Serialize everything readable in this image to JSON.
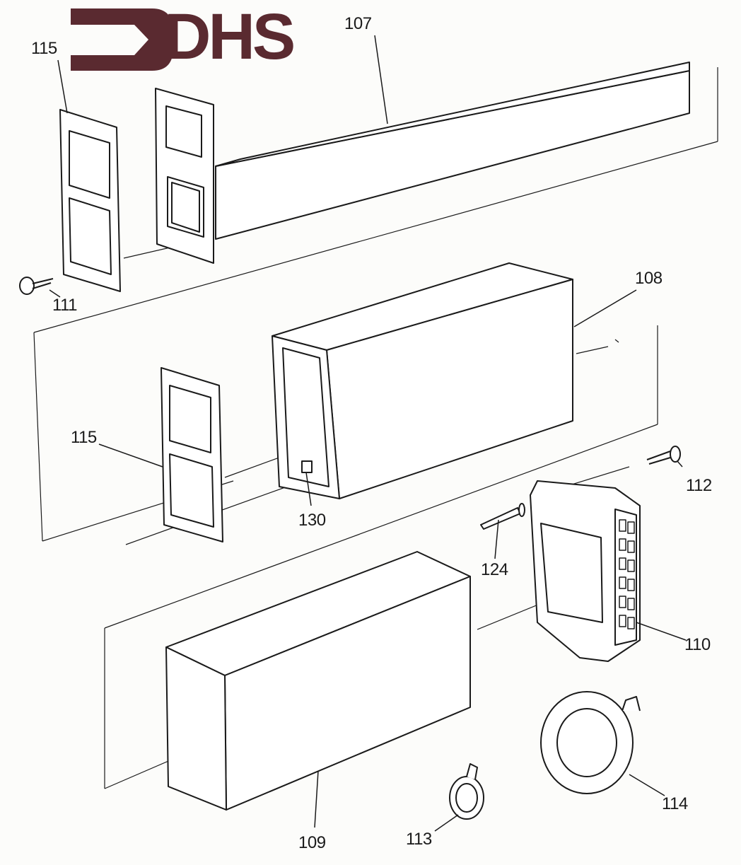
{
  "logo": {
    "text": "DHS",
    "color": "#5a2a30"
  },
  "parts": [
    {
      "id": "plate-top",
      "label": "115"
    },
    {
      "id": "long-duct",
      "label": "107"
    },
    {
      "id": "screw-small",
      "label": "111"
    },
    {
      "id": "medium-box",
      "label": "108"
    },
    {
      "id": "plate-middle",
      "label": "115"
    },
    {
      "id": "clip",
      "label": "130"
    },
    {
      "id": "screw-long",
      "label": "112"
    },
    {
      "id": "pin",
      "label": "124"
    },
    {
      "id": "grille",
      "label": "110"
    },
    {
      "id": "large-box",
      "label": "109"
    },
    {
      "id": "tape-small",
      "label": "113"
    },
    {
      "id": "tape-large",
      "label": "114"
    }
  ]
}
